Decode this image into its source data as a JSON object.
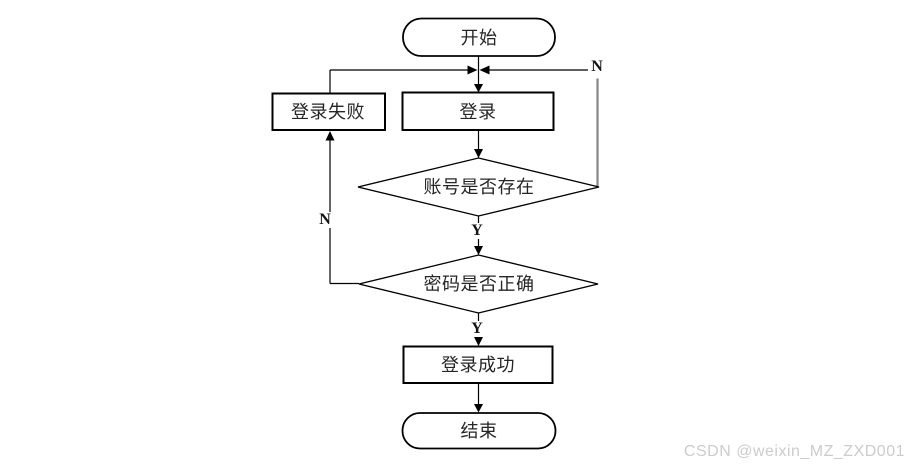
{
  "diagram": {
    "type": "flowchart",
    "nodes": {
      "start": {
        "label": "开始",
        "shape": "terminator"
      },
      "login_fail": {
        "label": "登录失败",
        "shape": "process"
      },
      "login": {
        "label": "登录",
        "shape": "process"
      },
      "account_exists": {
        "label": "账号是否存在",
        "shape": "decision"
      },
      "password_correct": {
        "label": "密码是否正确",
        "shape": "decision"
      },
      "login_success": {
        "label": "登录成功",
        "shape": "process"
      },
      "end": {
        "label": "结束",
        "shape": "terminator"
      }
    },
    "edges": [
      {
        "from": "start",
        "to": "login"
      },
      {
        "from": "login",
        "to": "account_exists"
      },
      {
        "from": "account_exists",
        "to": "password_correct",
        "label": "Y"
      },
      {
        "from": "account_exists",
        "to": "login",
        "label": "N"
      },
      {
        "from": "password_correct",
        "to": "login_success",
        "label": "Y"
      },
      {
        "from": "password_correct",
        "to": "login_fail",
        "label": "N"
      },
      {
        "from": "login_fail",
        "to": "login"
      },
      {
        "from": "login_success",
        "to": "end"
      }
    ],
    "edge_labels": {
      "account_yes": "Y",
      "account_no": "N",
      "password_yes": "Y",
      "password_no": "N"
    },
    "colors": {
      "stroke": "#000000",
      "gray_connector": "#858585",
      "node_fill": "#ffffff",
      "text": "#262626",
      "watermark": "#cccccc",
      "background": "#ffffff"
    }
  },
  "watermark": {
    "text": "CSDN @weixin_MZ_ZXD001"
  }
}
